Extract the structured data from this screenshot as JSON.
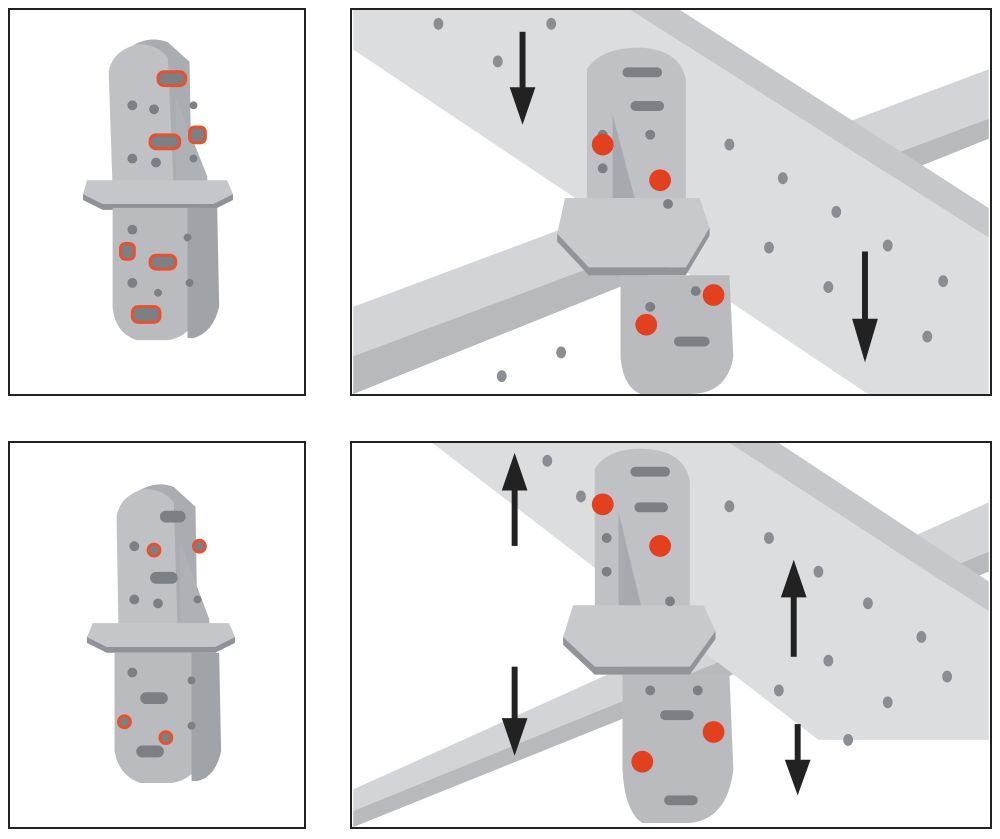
{
  "colors": {
    "bracket_metal": "#b9bbbf",
    "bracket_shadow": "#9a9da2",
    "rail_metal": "#dadbdd",
    "rail_shadow": "#bfc1c4",
    "hole": "#7c7f84",
    "highlight_outline": "#e8502e",
    "rivet": "#e2401e",
    "arrow": "#222222",
    "frame": "#222222"
  },
  "panels": [
    {
      "id": "bracket-slots",
      "highlight": "slot-outlines"
    },
    {
      "id": "installed-down",
      "arrows": [
        "down",
        "down"
      ]
    },
    {
      "id": "bracket-holes",
      "highlight": "hole-outlines"
    },
    {
      "id": "installed-up-down",
      "arrows": [
        "up",
        "up",
        "down",
        "down"
      ]
    }
  ]
}
